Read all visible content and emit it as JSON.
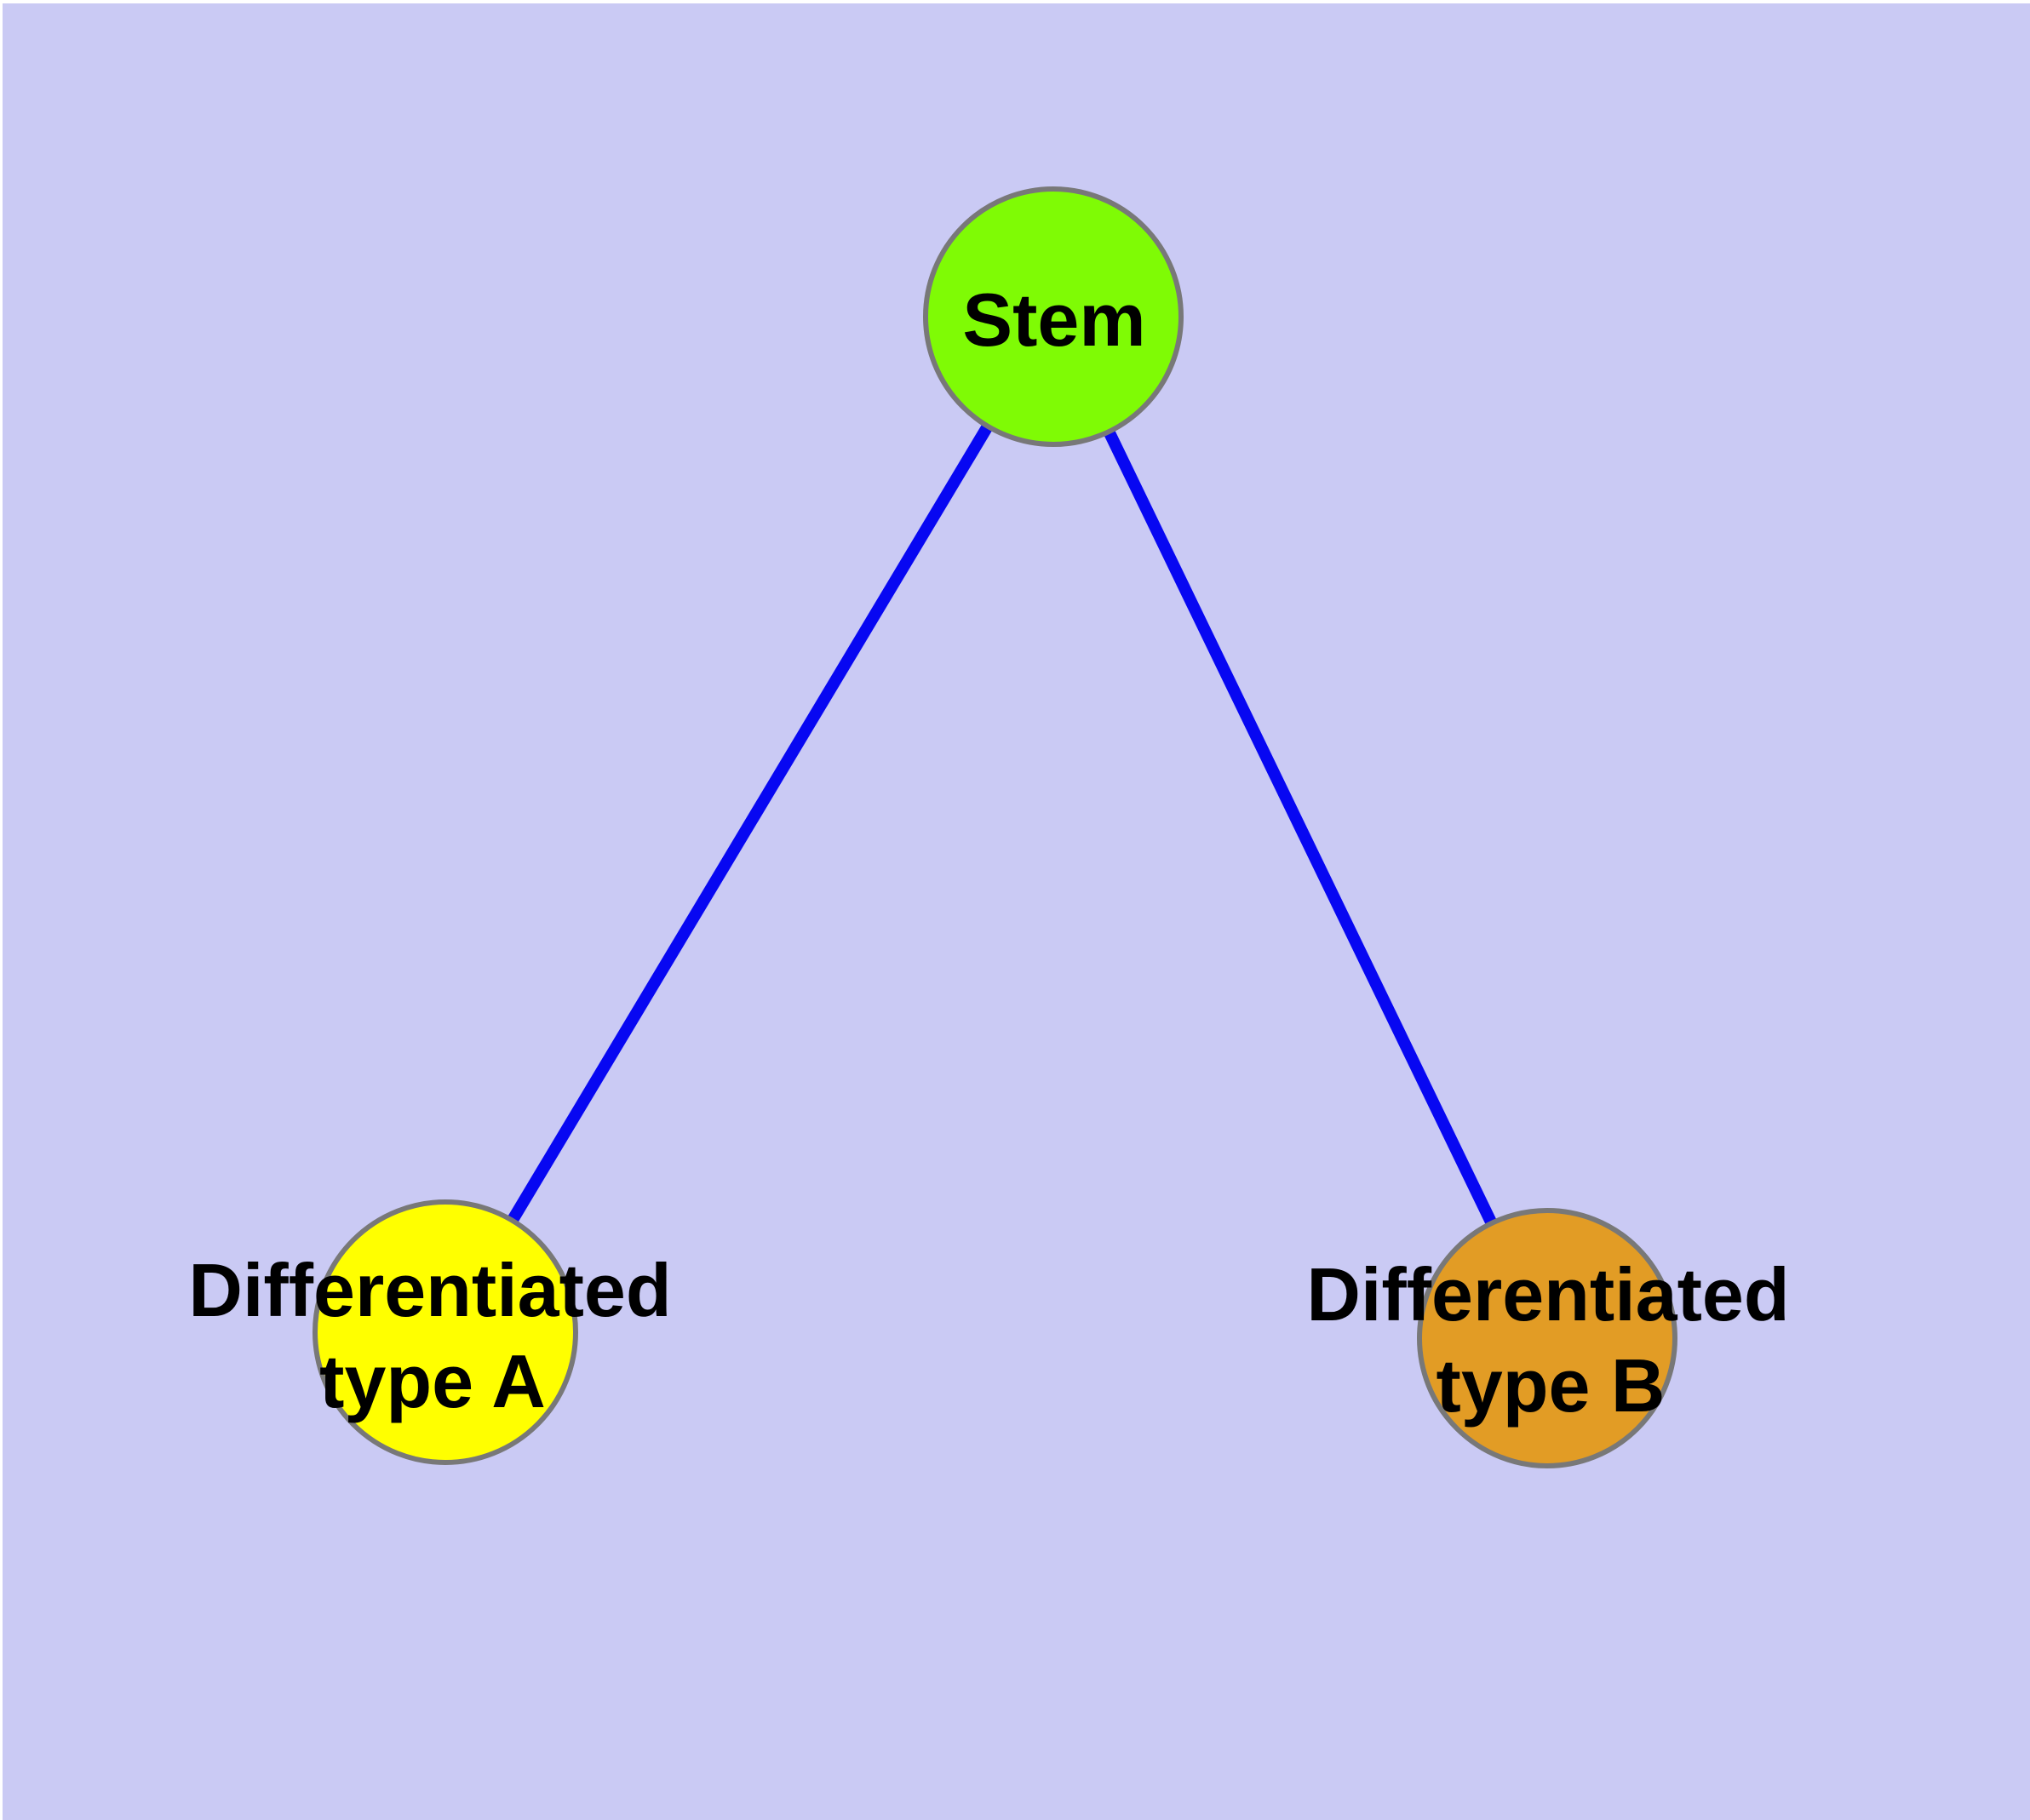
{
  "diagram": {
    "type": "graph",
    "description": "Cell differentiation graph: one stem node connected to two differentiated type nodes",
    "background_color": "#CACAF4",
    "page_margin_color": "#FFFFFF",
    "edge_color": "#0707F2",
    "node_border_color": "#787878",
    "label_color": "#000000",
    "nodes": [
      {
        "id": "stem",
        "label": "Stem",
        "label_lines": [
          "Stem"
        ],
        "color": "#7FFB05"
      },
      {
        "id": "differentiated-type-a",
        "label": "Differentiated type A",
        "label_lines": [
          "Differentiated",
          "type A"
        ],
        "color": "#FFFF00"
      },
      {
        "id": "differentiated-type-b",
        "label": "Differentiated type B",
        "label_lines": [
          "Differentiated",
          "type B"
        ],
        "color": "#E29C25"
      }
    ],
    "edges": [
      {
        "from": "stem",
        "to": "differentiated-type-a"
      },
      {
        "from": "stem",
        "to": "differentiated-type-b"
      }
    ]
  }
}
